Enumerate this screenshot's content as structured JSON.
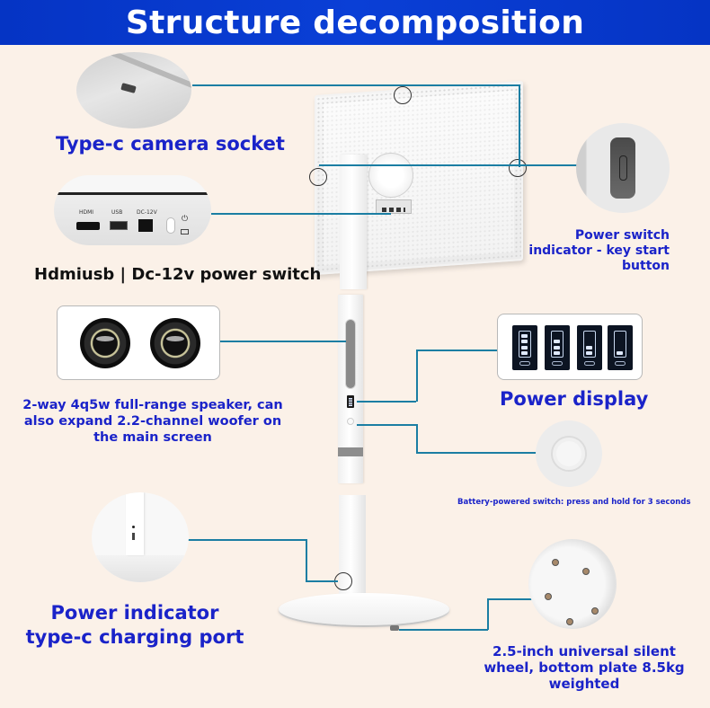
{
  "header": {
    "title": "Structure decomposition"
  },
  "callouts": {
    "camera_socket": "Type-c camera socket",
    "ports": "Hdmiusb | Dc-12v power switch",
    "power_switch": [
      "Power switch",
      "indicator - key start",
      "button"
    ],
    "speakers": [
      "2-way 4q5w full-range speaker, can",
      "also expand 2.2-channel woofer on",
      "the main screen"
    ],
    "power_display": "Power display",
    "battery_switch": "Battery-powered switch: press and hold for 3 seconds",
    "charging": [
      "Power indicator",
      "type-c charging port"
    ],
    "wheel": [
      "2.5-inch universal silent",
      "wheel, bottom plate 8.5kg",
      "weighted"
    ]
  },
  "ports_panel": {
    "labels": [
      "HDMI",
      "USB",
      "DC-12V"
    ]
  },
  "battery_levels": [
    4,
    3,
    2,
    1
  ],
  "colors": {
    "header_bg": "#0534c4",
    "label_blue": "#1a23c9",
    "connector": "#1b7ea3",
    "background": "#fbf1e8"
  },
  "icons": {
    "power": "⏻"
  }
}
